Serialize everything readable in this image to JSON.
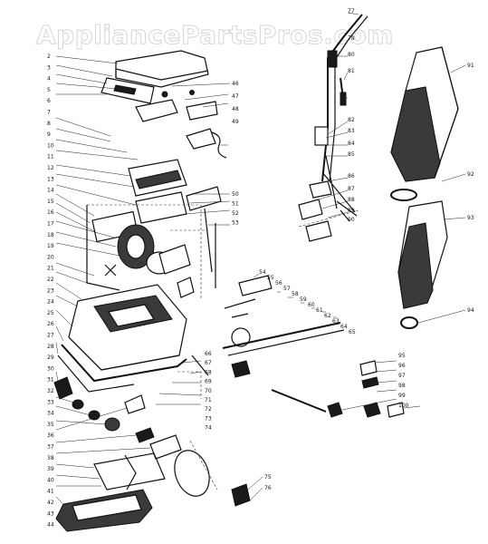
{
  "watermark": {
    "text": "AppliancePartsPros.com"
  },
  "diagram": {
    "left_callouts": [
      "2",
      "3",
      "4",
      "5",
      "6",
      "7",
      "8",
      "9",
      "10",
      "11",
      "12",
      "13",
      "14",
      "15",
      "16",
      "17",
      "18",
      "19",
      "20",
      "21",
      "22",
      "23",
      "24",
      "25",
      "26",
      "27",
      "28",
      "29",
      "30",
      "31",
      "32",
      "33",
      "34",
      "35",
      "36",
      "37",
      "38",
      "39",
      "40",
      "41",
      "42",
      "43",
      "44"
    ],
    "center_top_callouts": [
      "46",
      "47",
      "48",
      "49"
    ],
    "center_mid_callouts": [
      "50",
      "51",
      "52",
      "53"
    ],
    "handle_callouts": [
      "77",
      "78",
      "80",
      "81",
      "82",
      "83",
      "84",
      "85",
      "86",
      "87",
      "88",
      "89",
      "90"
    ],
    "right_callouts": [
      "91",
      "92",
      "93",
      "94"
    ],
    "lower_right_callouts": [
      "54",
      "55",
      "56",
      "57",
      "58",
      "59",
      "60",
      "61",
      "62",
      "63",
      "64",
      "65"
    ],
    "small_parts_callouts": [
      "95",
      "96",
      "97",
      "98",
      "99",
      "100"
    ],
    "bottom_center_callouts": [
      "66",
      "67",
      "68",
      "69",
      "70",
      "71",
      "72",
      "73",
      "74"
    ],
    "bottom_callouts": [
      "75",
      "76"
    ]
  }
}
